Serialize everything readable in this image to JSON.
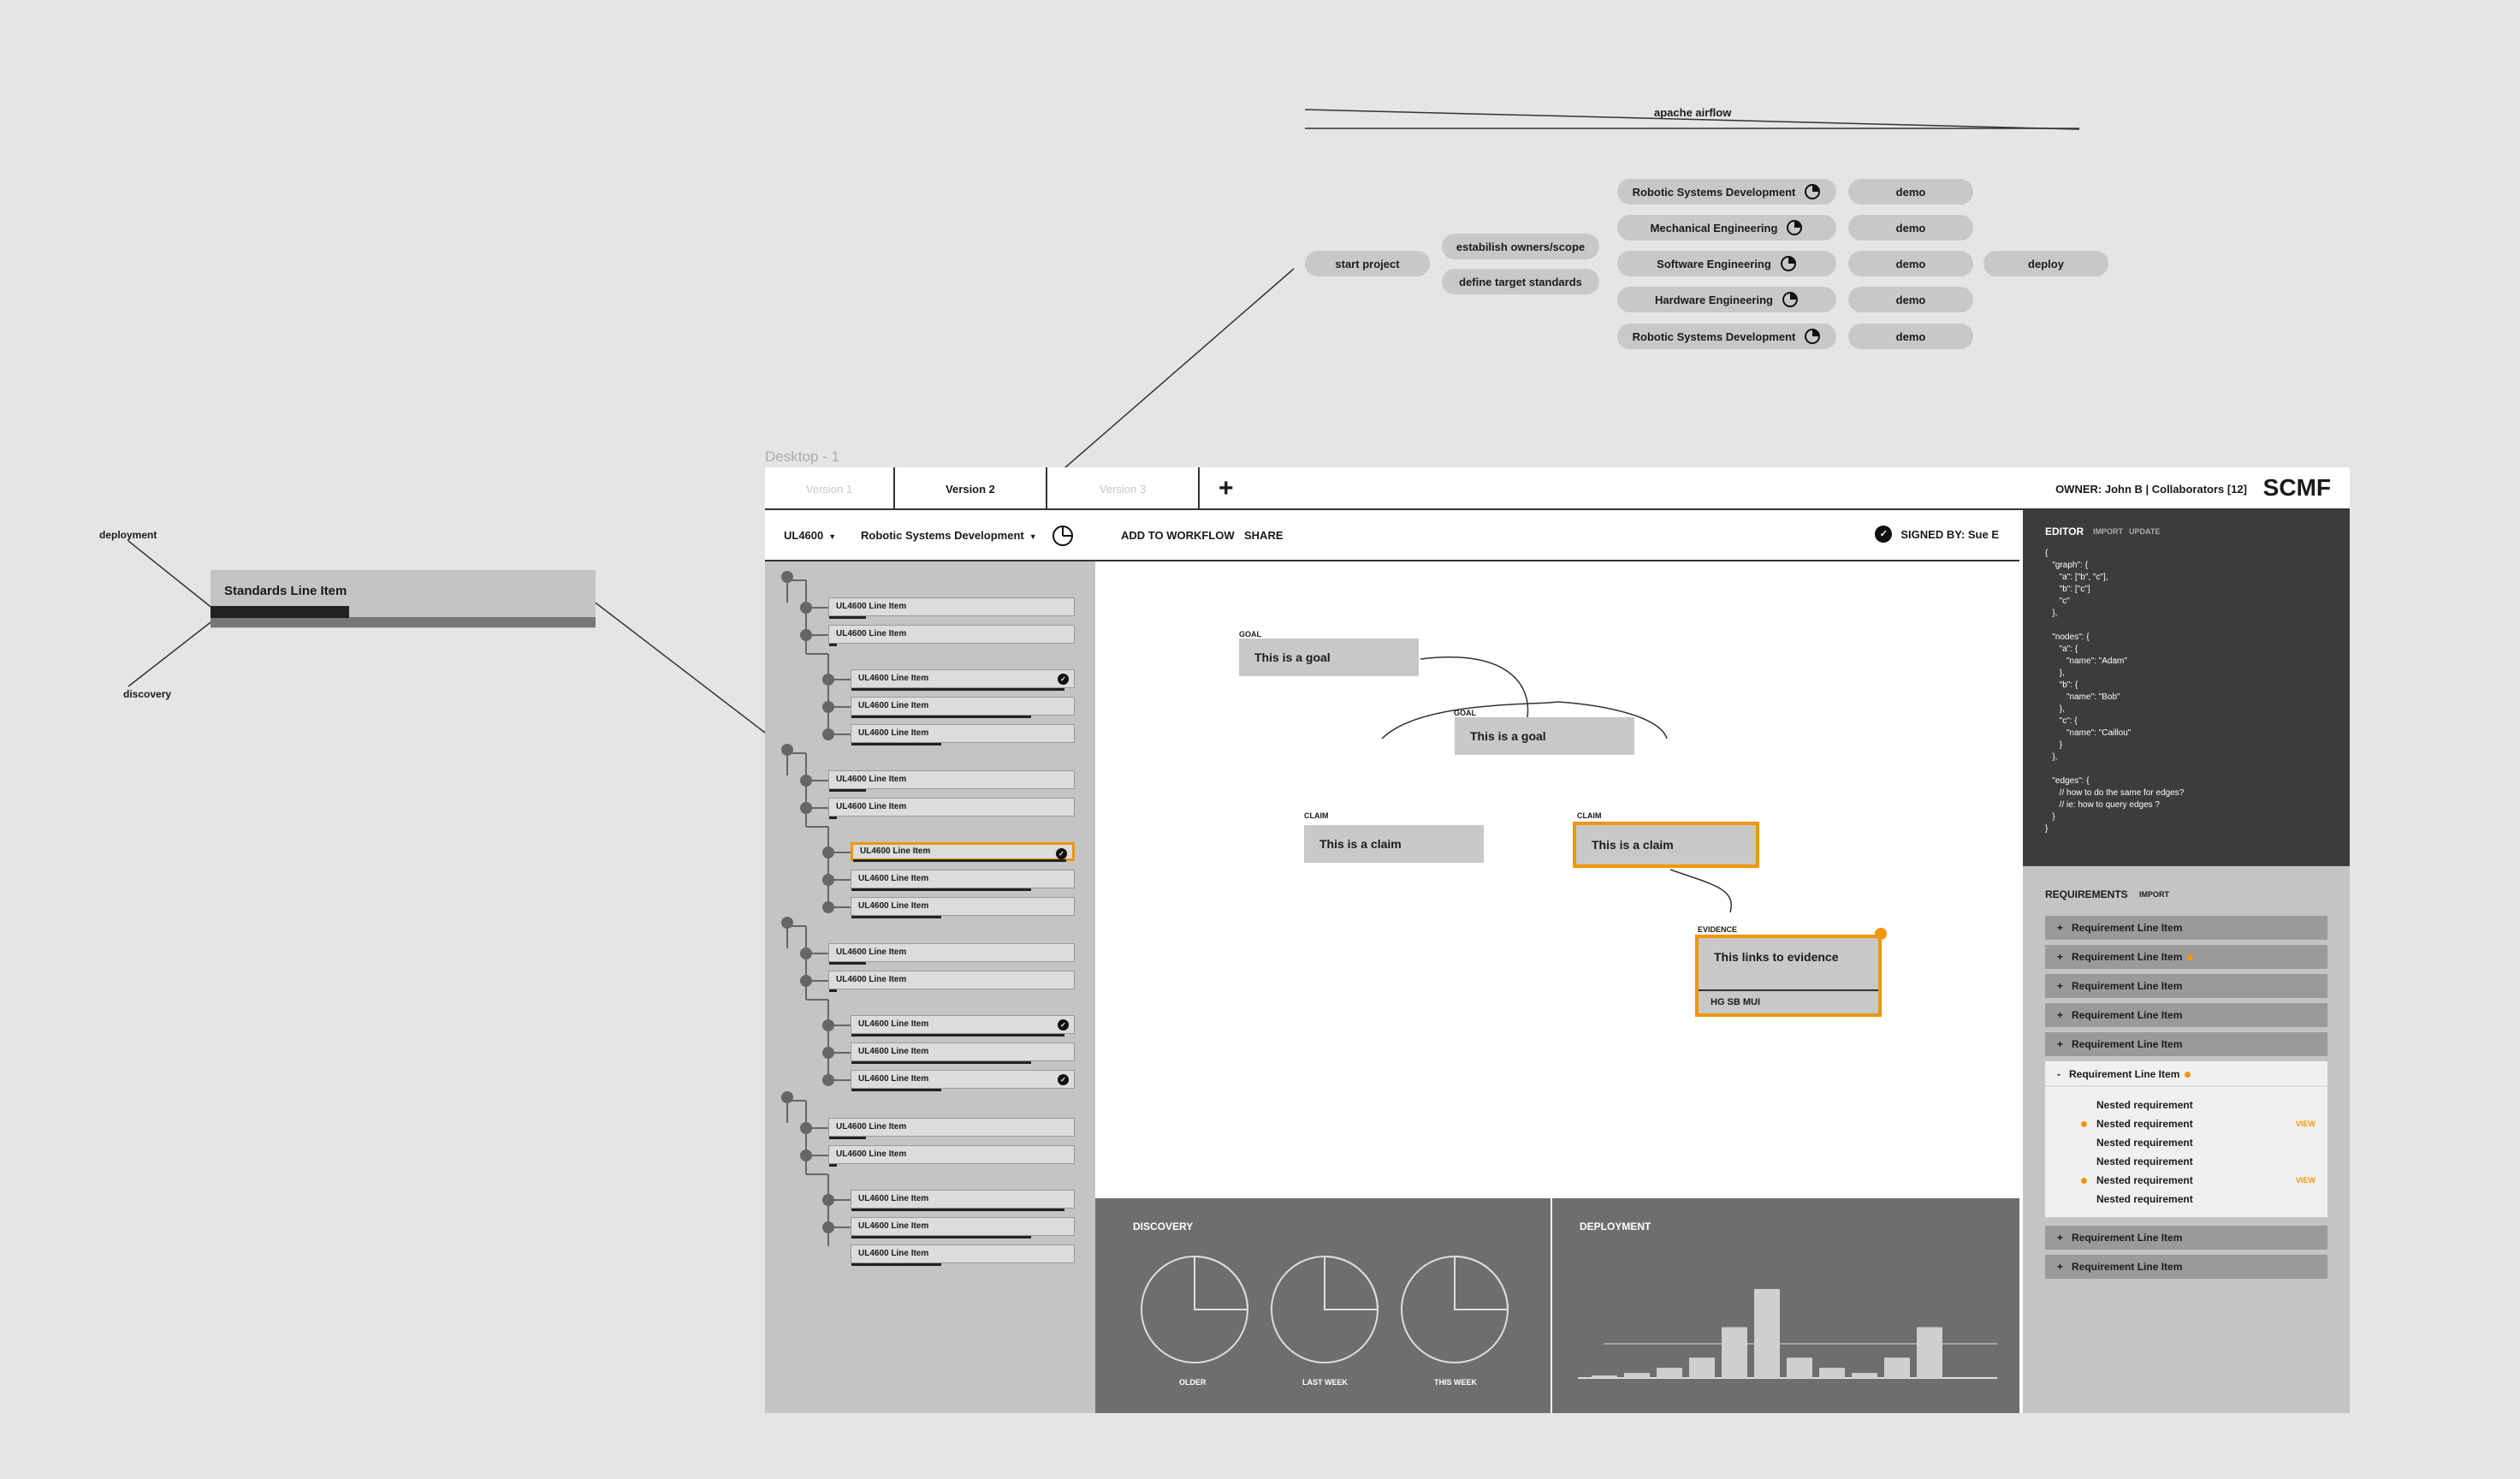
{
  "workflow": {
    "title": "apache airflow",
    "start": "start project",
    "step2": [
      "estabilish owners/scope",
      "define target standards"
    ],
    "disciplines": [
      "Robotic Systems Development",
      "Mechanical Engineering",
      "Software Engineering",
      "Hardware Engineering",
      "Robotic Systems Development"
    ],
    "demo": [
      "demo",
      "demo",
      "demo",
      "demo",
      "demo"
    ],
    "deploy": "deploy"
  },
  "standards_item": {
    "label": "Standards Line Item",
    "deployment_label": "deployment",
    "discovery_label": "discovery",
    "progress": 0.36
  },
  "frame_label": "Desktop - 1",
  "topbar": {
    "tabs": [
      "Version 1",
      "Version 2",
      "Version 3"
    ],
    "add_tab": "+",
    "owner": "OWNER: John  B   |   Collaborators [12]",
    "brand": "SCMF"
  },
  "left_panel": {
    "standard": "UL4600",
    "discipline": "Robotic Systems Development",
    "items": [
      {
        "label": "UL4600 Line Item",
        "progress": 0.15,
        "checked": false
      },
      {
        "label": "UL4600 Line Item",
        "progress": 0.03,
        "checked": false
      },
      {
        "label": "UL4600 Line Item",
        "progress": 0.95,
        "checked": true
      },
      {
        "label": "UL4600 Line Item",
        "progress": 0.8,
        "checked": false
      },
      {
        "label": "UL4600 Line Item",
        "progress": 0.4,
        "checked": false
      },
      {
        "label": "UL4600 Line Item",
        "progress": 0.15,
        "checked": false
      },
      {
        "label": "UL4600 Line Item",
        "progress": 0.03,
        "checked": false
      },
      {
        "label": "UL4600 Line Item",
        "progress": 0.95,
        "checked": true,
        "selected": true
      },
      {
        "label": "UL4600 Line Item",
        "progress": 0.8,
        "checked": false
      },
      {
        "label": "UL4600 Line Item",
        "progress": 0.4,
        "checked": false
      },
      {
        "label": "UL4600 Line Item",
        "progress": 0.15,
        "checked": false
      },
      {
        "label": "UL4600 Line Item",
        "progress": 0.03,
        "checked": false
      },
      {
        "label": "UL4600 Line Item",
        "progress": 0.95,
        "checked": true
      },
      {
        "label": "UL4600 Line Item",
        "progress": 0.8,
        "checked": false
      },
      {
        "label": "UL4600 Line Item",
        "progress": 0.4,
        "checked": true
      },
      {
        "label": "UL4600 Line Item",
        "progress": 0.15,
        "checked": false
      },
      {
        "label": "UL4600 Line Item",
        "progress": 0.03,
        "checked": false
      },
      {
        "label": "UL4600 Line Item",
        "progress": 0.95,
        "checked": false
      },
      {
        "label": "UL4600 Line Item",
        "progress": 0.8,
        "checked": false
      },
      {
        "label": "UL4600 Line Item",
        "progress": 0.4,
        "checked": false
      }
    ]
  },
  "canvas": {
    "add_to_workflow": "ADD TO WORKFLOW",
    "share": "SHARE",
    "signed_by": "SIGNED BY: Sue E",
    "goal1_tag": "GOAL",
    "goal1": "This is a goal",
    "goal2_tag": "GOAL",
    "goal2": "This is a goal",
    "claim1_tag": "CLAIM",
    "claim1": "This is a claim",
    "claim2_tag": "CLAIM",
    "claim2": "This is a claim",
    "evidence_tag": "EVIDENCE",
    "evidence": "This links to evidence",
    "evidence_footer": "HG   SB   MUI"
  },
  "discovery": {
    "title": "DISCOVERY",
    "pies": [
      {
        "label": "OLDER",
        "fraction": 0.25
      },
      {
        "label": "LAST WEEK",
        "fraction": 0.25
      },
      {
        "label": "THIS WEEK",
        "fraction": 0.25
      }
    ]
  },
  "deployment": {
    "title": "DEPLOYMENT",
    "bars": [
      1,
      2,
      4,
      8,
      20,
      35,
      8,
      4,
      2,
      8,
      20
    ]
  },
  "editor": {
    "title": "EDITOR",
    "import": "IMPORT",
    "update": "UPDATE",
    "code": "{\n   \"graph\": {\n      \"a\": [\"b\", \"c\"],\n      \"b\": [\"c\"]\n      \"c\"\n   },\n\n   \"nodes\": {\n      \"a\": {\n         \"name\": \"Adam\"\n      },\n      \"b\": {\n         \"name\": \"Bob\"\n      },\n      \"c\": {\n         \"name\": \"Caillou\"\n      }\n   },\n\n   \"edges\": {\n      // how to do the same for edges?\n      // ie: how to query edges ?\n   }\n}"
  },
  "requirements": {
    "title": "REQUIREMENTS",
    "import": "IMPORT",
    "rows_top": [
      {
        "sign": "+",
        "label": "Requirement Line Item",
        "flag": false
      },
      {
        "sign": "+",
        "label": "Requirement Line Item",
        "flag": true
      },
      {
        "sign": "+",
        "label": "Requirement Line Item",
        "flag": false
      },
      {
        "sign": "+",
        "label": "Requirement Line Item",
        "flag": false
      },
      {
        "sign": "+",
        "label": "Requirement Line Item",
        "flag": false
      }
    ],
    "expanded": {
      "sign": "-",
      "label": "Requirement Line Item"
    },
    "nested": [
      {
        "label": "Nested requirement",
        "flag": false,
        "view": ""
      },
      {
        "label": "Nested requirement",
        "flag": true,
        "view": "VIEW"
      },
      {
        "label": "Nested requirement",
        "flag": false,
        "view": ""
      },
      {
        "label": "Nested requirement",
        "flag": false,
        "view": ""
      },
      {
        "label": "Nested requirement",
        "flag": true,
        "view": "VIEW"
      },
      {
        "label": "Nested requirement",
        "flag": false,
        "view": ""
      }
    ],
    "rows_bottom": [
      {
        "sign": "+",
        "label": "Requirement Line Item"
      },
      {
        "sign": "+",
        "label": "Requirement Line Item"
      }
    ]
  }
}
